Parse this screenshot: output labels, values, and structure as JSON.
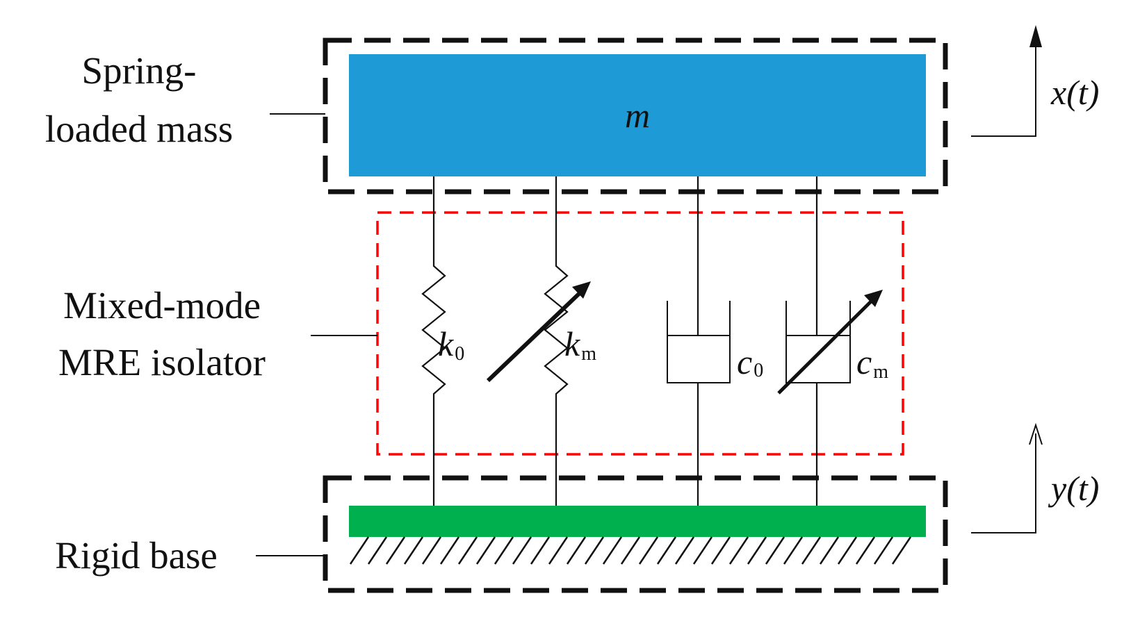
{
  "labels": {
    "mass_line1": "Spring-",
    "mass_line2": "loaded mass",
    "isolator_line1": "Mixed-mode",
    "isolator_line2": "MRE isolator",
    "base": "Rigid base"
  },
  "symbols": {
    "mass": "m",
    "k0": "k",
    "k0_sub": "0",
    "km": "k",
    "km_sub": "m",
    "c0": "c",
    "c0_sub": "0",
    "cm": "c",
    "cm_sub": "m",
    "x_disp": "x(t)",
    "y_disp": "y(t)"
  },
  "colors": {
    "mass_block": "#1e9ad6",
    "base_block": "#00b04f",
    "isolator_frame": "#ff0000",
    "outline": "#111111"
  }
}
